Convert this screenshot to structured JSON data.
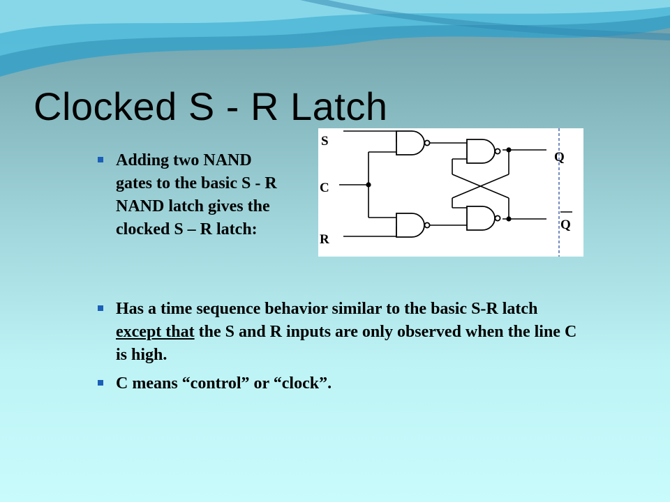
{
  "slide": {
    "title": "Clocked S - R Latch",
    "bullets": [
      {
        "text": "Adding two NAND gates to the basic S - R NAND latch gives the clocked S – R latch:"
      },
      {
        "text_before": "Has a time sequence behavior similar to the basic S-R latch ",
        "underlined": "except that",
        "text_after": " the S and R inputs are only observed when the line C is high."
      },
      {
        "text": "C means “control” or “clock”."
      }
    ]
  },
  "diagram": {
    "input_labels": {
      "s": "S",
      "c": "C",
      "r": "R"
    },
    "output_labels": {
      "q": "Q",
      "q_bar": "Q"
    },
    "colors": {
      "bullet": "#1b5fb8",
      "wire": "#000000",
      "dashed_line": "#2a4fa0"
    }
  }
}
